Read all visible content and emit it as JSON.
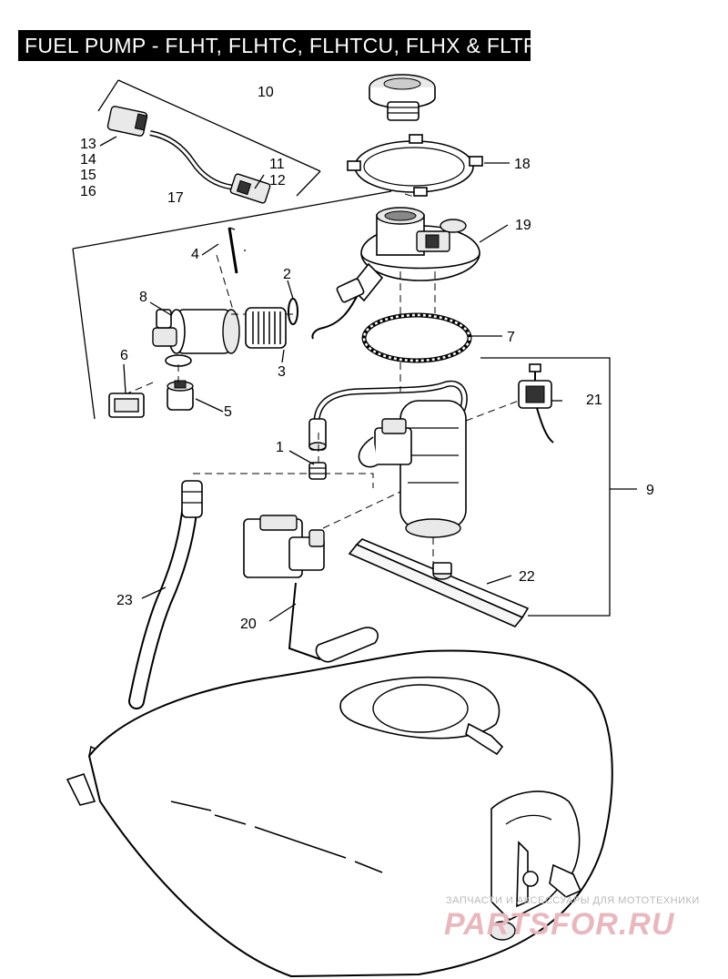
{
  "title": "FUEL PUMP - FLHT, FLHTC, FLHTCU, FLHX & FLTR",
  "callouts": {
    "c1": "1",
    "c2": "2",
    "c3": "3",
    "c4": "4",
    "c5": "5",
    "c6": "6",
    "c7": "7",
    "c8": "8",
    "c9": "9",
    "c10": "10",
    "c11": "11",
    "c12": "12",
    "c13": "13",
    "c14": "14",
    "c15": "15",
    "c16": "16",
    "c17": "17",
    "c18": "18",
    "c19": "19",
    "c20": "20",
    "c21": "21",
    "c22": "22",
    "c23": "23"
  },
  "watermark": {
    "tagline": "ЗАПЧАСТИ И АКСЕССУАРЫ ДЛЯ МОТОТЕХНИКИ",
    "brand": "PARTSFOR.RU"
  }
}
